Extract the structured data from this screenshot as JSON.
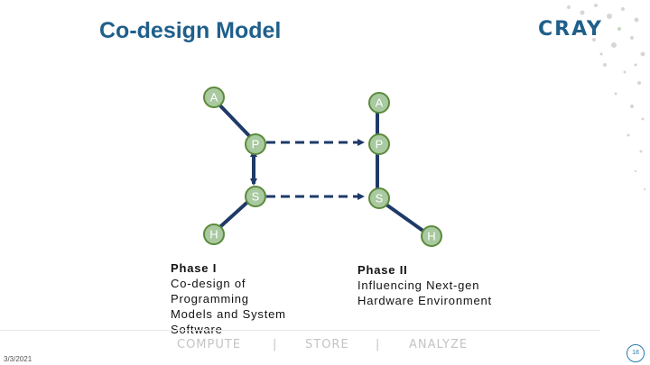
{
  "slide": {
    "title": "Co-design Model",
    "logo_text": "CRAY",
    "date": "3/3/2021",
    "page_number": "18"
  },
  "diagram": {
    "left_nodes": [
      "A",
      "P",
      "S",
      "H"
    ],
    "right_nodes": [
      "A",
      "P",
      "S",
      "H"
    ]
  },
  "phases": {
    "phase1": {
      "title": "Phase I",
      "lines": [
        "Co-design of",
        "Programming",
        "Models and System",
        "Software"
      ]
    },
    "phase2": {
      "title": "Phase II",
      "lines": [
        "Influencing Next-gen",
        "Hardware Environment"
      ]
    }
  },
  "footer": {
    "compute": "COMPUTE",
    "sep": "|",
    "store": "STORE",
    "analyze": "ANALYZE"
  },
  "colors": {
    "node_fill": "#a9c9a0",
    "node_border": "#5c8a3a",
    "edge": "#1f3a68",
    "title": "#1f5f8b"
  }
}
